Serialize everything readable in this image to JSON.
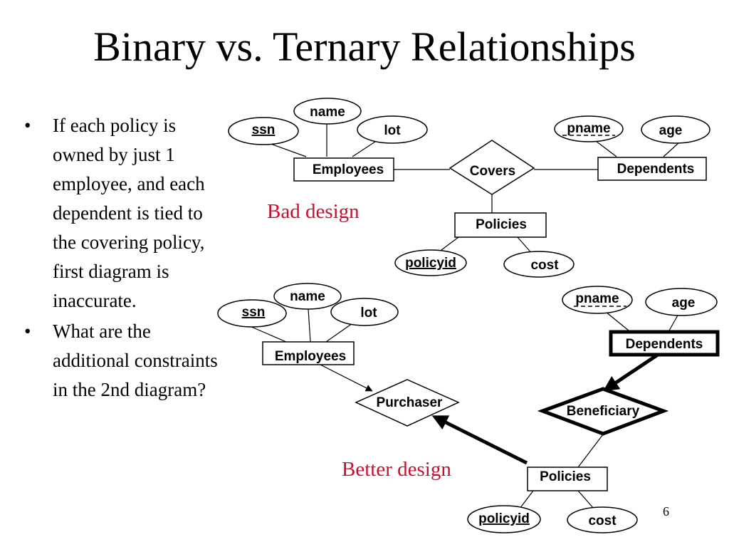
{
  "slide": {
    "title": "Binary vs. Ternary Relationships",
    "page_number": "6",
    "bullets": [
      "If each policy is owned by just 1 employee, and each dependent is tied to the covering policy, first diagram is inaccurate.",
      "What are the additional constraints in the 2nd diagram?"
    ],
    "bullet_glyph": "•"
  },
  "diagram_bad": {
    "caption": "Bad design",
    "entities": {
      "employees": "Employees",
      "dependents": "Dependents",
      "policies": "Policies"
    },
    "relationship": "Covers",
    "attributes": {
      "ssn": "ssn",
      "name": "name",
      "lot": "lot",
      "pname": "pname",
      "age": "age",
      "policyid": "policyid",
      "cost": "cost"
    }
  },
  "diagram_better": {
    "caption": "Better design",
    "entities": {
      "employees": "Employees",
      "dependents": "Dependents",
      "policies": "Policies"
    },
    "relationships": {
      "purchaser": "Purchaser",
      "beneficiary": "Beneficiary"
    },
    "attributes": {
      "ssn": "ssn",
      "name": "name",
      "lot": "lot",
      "pname": "pname",
      "age": "age",
      "policyid": "policyid",
      "cost": "cost"
    }
  }
}
